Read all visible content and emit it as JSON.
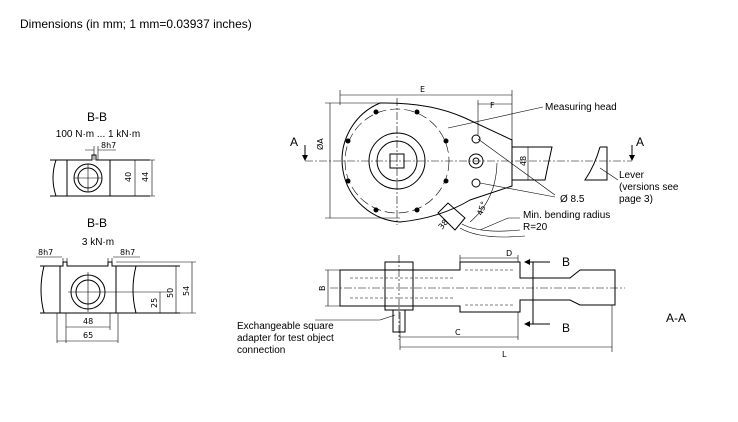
{
  "title": "Dimensions (in mm; 1 mm=0.03937 inches)",
  "section_bb_small": {
    "label": "B-B",
    "range": "100 N·m ... 1 kN·m",
    "fit": "8h7",
    "dim_inner": "40",
    "dim_outer": "44"
  },
  "section_bb_large": {
    "label": "B-B",
    "range": "3 kN·m",
    "fit_left": "8h7",
    "fit_right": "8h7",
    "dim_25": "25",
    "dim_50": "50",
    "dim_54": "54",
    "dim_48": "48",
    "dim_65": "65"
  },
  "plan_view": {
    "dim_E": "E",
    "dim_F": "F",
    "dim_A": "ØA",
    "section_mark_left": "A",
    "section_mark_right": "A",
    "measuring_head": "Measuring head",
    "hole": "Ø 8.5",
    "dim_48": "48",
    "dim_38": "38",
    "angle": "45°",
    "lever": [
      "Lever",
      "(versions see",
      "page 3)"
    ],
    "bending": [
      "Min. bending radius",
      "R=20"
    ]
  },
  "section_view": {
    "dim_D": "D",
    "dim_B": "B",
    "dim_C": "C",
    "dim_L": "L",
    "mark_top": "B",
    "mark_bottom": "B",
    "adapter": [
      "Exchangeable square",
      "adapter for test object",
      "connection"
    ],
    "label": "A-A"
  }
}
